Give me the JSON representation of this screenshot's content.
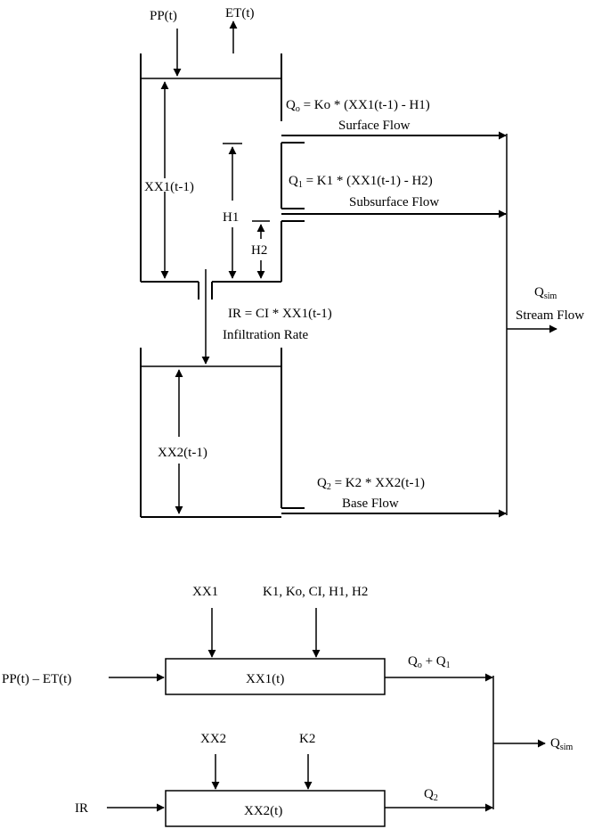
{
  "top_diagram": {
    "inputs": {
      "precip": "PP(t)",
      "evap": "ET(t)"
    },
    "upper_tank": {
      "storage_label": "XX1(t-1)",
      "h1_label": "H1",
      "h2_label": "H2"
    },
    "surface_flow": {
      "symbol": "Q",
      "sub": "o",
      "equation": " = Ko * (XX1(t-1) - H1)",
      "name": "Surface Flow"
    },
    "subsurface_flow": {
      "symbol": "Q",
      "sub": "1",
      "equation": " = K1 * (XX1(t-1) - H2)",
      "name": "Subsurface Flow"
    },
    "infiltration": {
      "equation": "IR = CI * XX1(t-1)",
      "name": "Infiltration Rate"
    },
    "lower_tank": {
      "storage_label": "XX2(t-1)"
    },
    "base_flow": {
      "symbol": "Q",
      "sub": "2",
      "equation": " = K2 * XX2(t-1)",
      "name": "Base Flow"
    },
    "stream_flow": {
      "symbol": "Q",
      "sub": "sim",
      "name": "Stream Flow"
    }
  },
  "block_diagram": {
    "box1": {
      "label": "XX1(t)",
      "input_left": "PP(t) – ET(t)",
      "input_top_a": "XX1",
      "input_top_b": "K1, Ko, CI, H1, H2",
      "output_symbol": "Q",
      "output_sub_a": "o",
      "output_plus": " + Q",
      "output_sub_b": "1"
    },
    "box2": {
      "label": "XX2(t)",
      "input_left": "IR",
      "input_top_a": "XX2",
      "input_top_b": "K2",
      "output_symbol": "Q",
      "output_sub": "2"
    },
    "output": {
      "symbol": "Q",
      "sub": "sim"
    }
  }
}
